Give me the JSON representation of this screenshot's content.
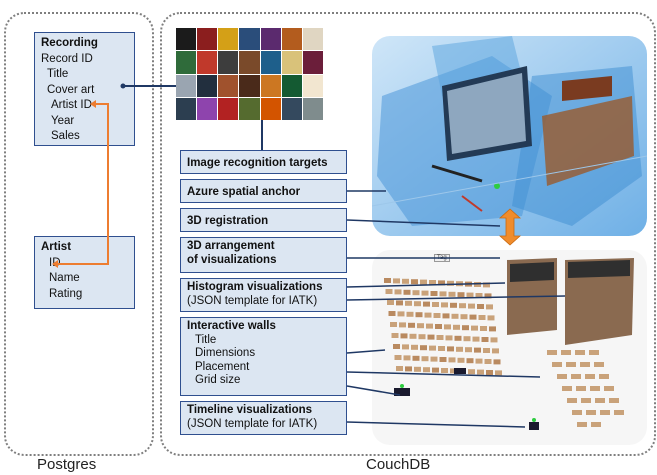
{
  "postgres": {
    "caption": "Postgres",
    "recording": {
      "header": "Recording",
      "fields": [
        "Record ID",
        "Title",
        "Cover art",
        "Artist ID",
        "Year",
        "Sales"
      ]
    },
    "artist": {
      "header": "Artist",
      "fields": [
        "ID",
        "Name",
        "Rating"
      ]
    }
  },
  "couchdb": {
    "caption": "CouchDB",
    "items": {
      "image_recognition": "Image recognition targets",
      "azure_anchor": "Azure spatial anchor",
      "registration": "3D registration",
      "arrangement_line1": "3D arrangement",
      "arrangement_line2": "of visualizations",
      "histogram_title": "Histogram visualizations",
      "histogram_sub": "(JSON template for IATK)",
      "walls_title": "Interactive walls",
      "walls_fields": [
        "Title",
        "Dimensions",
        "Placement",
        "Grid size"
      ],
      "timeline_title": "Timeline visualizations",
      "timeline_sub": "(JSON template for IATK)"
    }
  },
  "colors": {
    "box_fill": "#dce6f2",
    "box_border": "#2f4f8f",
    "link_orange": "#ed7d31",
    "link_navy": "#1f3864",
    "arrow_orange": "#f08c2c"
  }
}
